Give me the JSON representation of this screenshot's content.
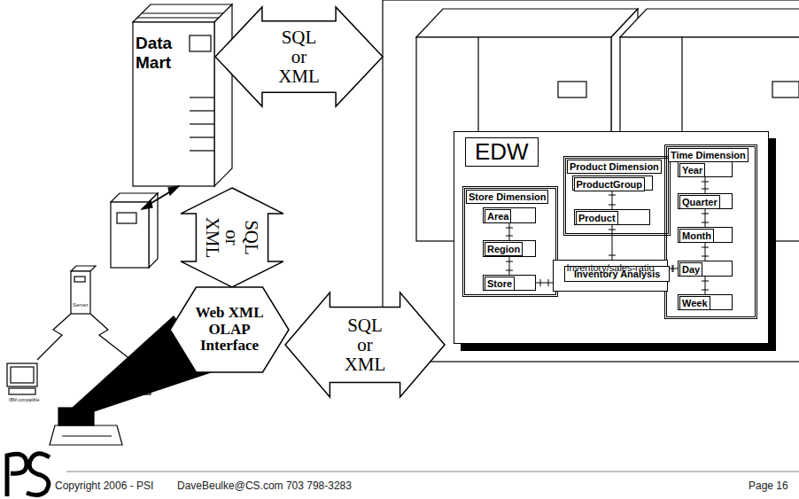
{
  "diagram": {
    "nodes": [
      {
        "text": [
          "Data Mart"
        ]
      },
      {
        "text": [
          "SQL or XML"
        ]
      },
      {
        "text": [
          "EDW"
        ]
      },
      {
        "text": [
          "Store Dimension"
        ],
        "in": 2
      },
      {
        "text": [
          "Area"
        ],
        "in": 3
      },
      {
        "text": [
          "Region"
        ],
        "in": 3
      },
      {
        "text": [
          "Store"
        ],
        "in": 3
      },
      {
        "text": [
          "Product Dimension"
        ],
        "in": 2
      },
      {
        "text": [
          "ProductGroup"
        ],
        "in": 7
      },
      {
        "text": [
          "Product"
        ],
        "in": 7
      },
      {
        "text": [
          "Time Dimension"
        ],
        "in": 2
      },
      {
        "text": [
          "Year"
        ],
        "in": 10
      },
      {
        "text": [
          "Quarter"
        ],
        "in": 10
      },
      {
        "text": [
          "Month"
        ],
        "in": 10
      },
      {
        "text": [
          "Day"
        ],
        "in": 10
      },
      {
        "text": [
          "Week"
        ],
        "in": 10
      },
      {
        "text": [
          "Inventory Analysis",
          "Inventory/sales-ratio"
        ],
        "in": 2
      },
      {
        "text": [
          "SQL or XML"
        ]
      },
      {
        "text": [
          "Web XML OLAP Interface"
        ]
      },
      {
        "text": [
          "SQL or XML"
        ]
      }
    ],
    "edges": [
      {
        "from": 4,
        "to": 5,
        "arrow": "none"
      },
      {
        "from": 5,
        "to": 6,
        "arrow": "none"
      },
      {
        "from": 8,
        "to": 9,
        "arrow": "none"
      },
      {
        "from": 9,
        "to": 16,
        "arrow": "none"
      },
      {
        "from": 6,
        "to": 16,
        "arrow": "none"
      },
      {
        "from": 11,
        "to": 12,
        "arrow": "none"
      },
      {
        "from": 12,
        "to": 13,
        "arrow": "none"
      },
      {
        "from": 13,
        "to": 14,
        "arrow": "none"
      },
      {
        "from": 14,
        "to": 15,
        "arrow": "none"
      },
      {
        "from": 16,
        "to": 14,
        "arrow": "none"
      }
    ],
    "labels": [
      "Server",
      "IBM compatible",
      "Copyright 2006 - PSI",
      "DaveBeulke@CS.com 703 798-3283",
      "Page 16"
    ]
  }
}
